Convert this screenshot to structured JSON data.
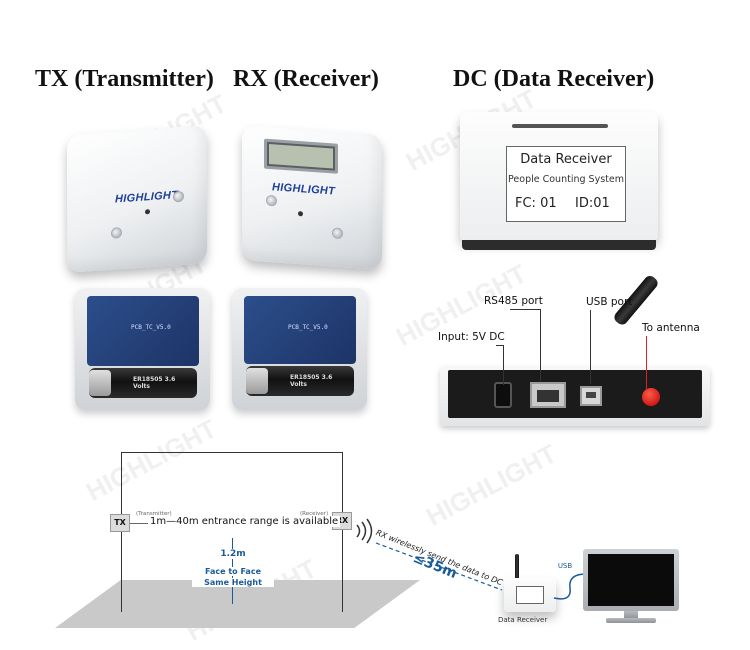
{
  "titles": {
    "tx": "TX (Transmitter)",
    "rx": "RX (Receiver)",
    "dc": "DC (Data Receiver)"
  },
  "brand": "HIGHLIGHT",
  "pcb_label": "PCB_TC_V5.0",
  "battery_text": "ER18505 3.6 Volts",
  "data_receiver_label": {
    "title": "Data Receiver",
    "subtitle": "People Counting System",
    "fc": "FC: 01",
    "id": "ID:01"
  },
  "ports": {
    "input": "Input: 5V DC",
    "rs485": "RS485 port",
    "usb": "USB port",
    "antenna": "To antenna"
  },
  "diagram": {
    "tx_tag": "TX",
    "rx_tag": "RX",
    "tx_small": "(Transmitter)",
    "rx_small": "(Receiver)",
    "range": "1m—40m entrance range is available",
    "height": "1.2m",
    "face": "Face to Face",
    "same_height": "Same Height",
    "wireless": "RX wirelessly send the data to DC",
    "distance": "≤35m",
    "usb": "USB",
    "dr_caption": "Data Receiver"
  },
  "colors": {
    "brand_blue": "#1e3f9a",
    "diagram_blue": "#1a5a9a",
    "antenna_red": "#d22"
  }
}
